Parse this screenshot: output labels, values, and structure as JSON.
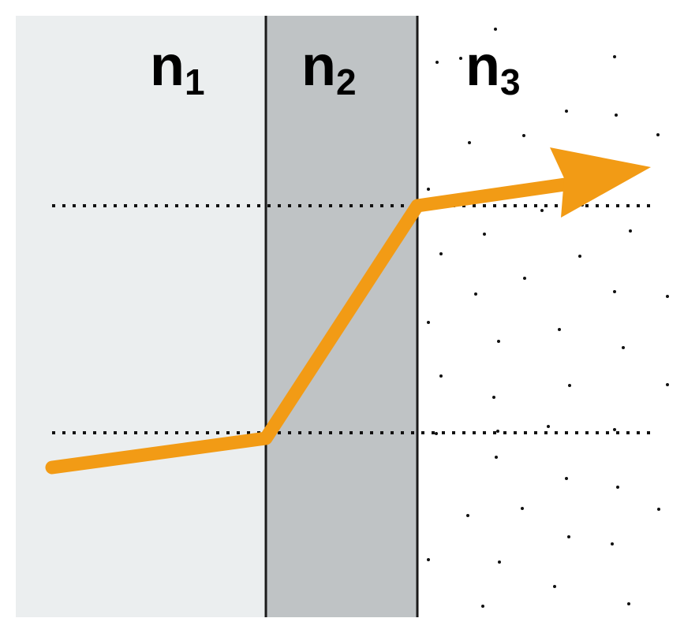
{
  "media": [
    {
      "symbol": "n",
      "subscript": "1",
      "fill": "#ebeeef",
      "pattern": "none"
    },
    {
      "symbol": "n",
      "subscript": "2",
      "fill": "#bfc3c5",
      "pattern": "none"
    },
    {
      "symbol": "n",
      "subscript": "3",
      "fill": "#ffffff",
      "pattern": "dots"
    }
  ],
  "colors": {
    "ray": "#f29b15",
    "boundary": "#1a1a1a",
    "normal_line": "#111111",
    "text": "#000000",
    "dots": "#111111"
  },
  "elements": {
    "boundaries": 2,
    "normal_lines": 2,
    "ray_arrowhead_icon": "arrow-head"
  }
}
